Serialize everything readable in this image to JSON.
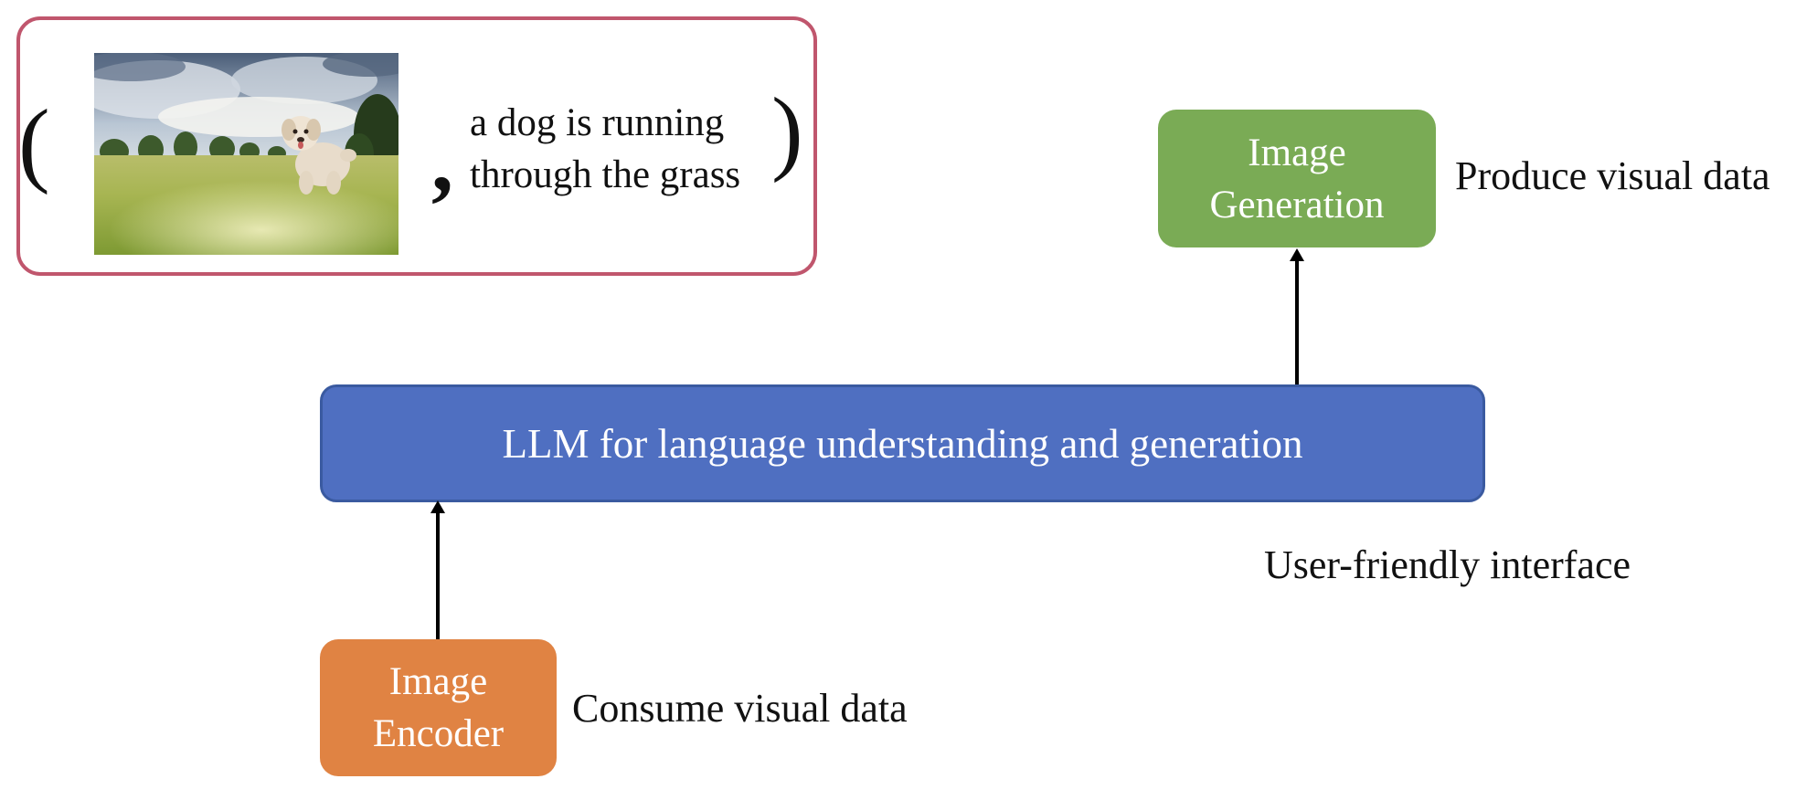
{
  "example": {
    "open_paren": "(",
    "comma": ",",
    "close_paren": ")",
    "caption_lines": [
      "a dog is running",
      "through the grass"
    ],
    "photo": "dog running on grass"
  },
  "boxes": {
    "image_generation": {
      "lines": [
        "Image",
        "Generation"
      ],
      "color": "#7aab55"
    },
    "llm": {
      "label": "LLM for language understanding and generation",
      "color": "#4f6fc1"
    },
    "image_encoder": {
      "lines": [
        "Image",
        "Encoder"
      ],
      "color": "#e08343"
    }
  },
  "labels": {
    "produce": "Produce visual data",
    "user_friendly": "User-friendly interface",
    "consume": "Consume visual data"
  },
  "colors": {
    "pair_border": "#c0566d",
    "arrow": "#000000"
  }
}
